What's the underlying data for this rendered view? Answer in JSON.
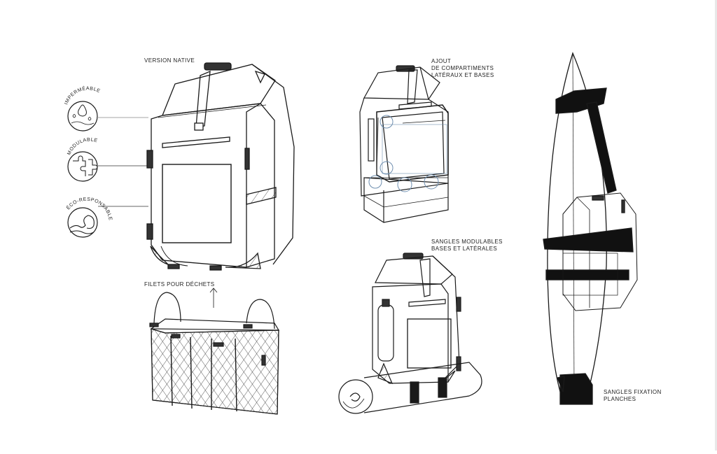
{
  "labels": {
    "version_native": "VERSION NATIVE",
    "impermeable": "IMPERMÉABLE",
    "modulable": "MODULABLE",
    "eco_responsable": "ÉCO-RESPONSABLE",
    "filets": "FILETS POUR DÉCHETS",
    "ajout_line1": "AJOUT",
    "ajout_line2": "DE COMPARTIMENTS",
    "ajout_line3": "LATÉRAUX ET BASES",
    "sangles_mod_line1": "SANGLES MODULABLES",
    "sangles_mod_line2": "BASES ET LATÉRALES",
    "sangles_fix_line1": "SANGLES FIXATION",
    "sangles_fix_line2": "PLANCHES"
  },
  "icons": [
    "water-drop-icon",
    "puzzle-icon",
    "wave-icon"
  ],
  "colors": {
    "ink": "#1a1a1a",
    "accent_blue": "#6f8fb0",
    "background": "#ffffff"
  }
}
